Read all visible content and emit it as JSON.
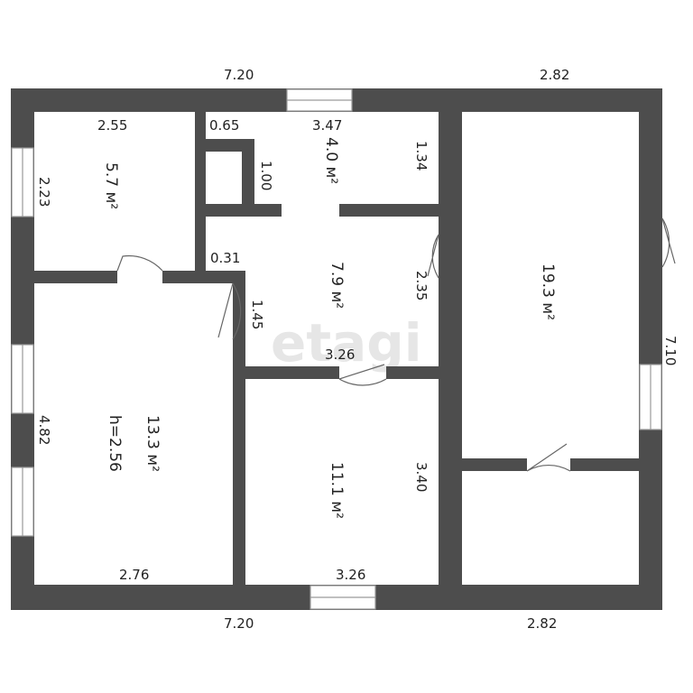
{
  "watermark": "etagi",
  "colors": {
    "wall": "#4d4d4d",
    "background": "#ffffff",
    "text": "#222222"
  },
  "outer_dimensions": {
    "top_left": "7.20",
    "top_right": "2.82",
    "bottom_left": "7.20",
    "bottom_right": "2.82",
    "right_side": "7.10"
  },
  "rooms": [
    {
      "id": "room-5-7",
      "area": "5.7 м²",
      "dims": [
        "2.55",
        "2.23"
      ]
    },
    {
      "id": "room-4-0",
      "area": "4.0 м²",
      "dims": [
        "3.47",
        "0.65",
        "1.00",
        "1.34"
      ]
    },
    {
      "id": "room-7-9",
      "area": "7.9 м²",
      "dims": [
        "0.31",
        "2.35",
        "1.45",
        "3.26"
      ]
    },
    {
      "id": "room-13-3",
      "area": "13.3 м²",
      "height": "h=2.56",
      "dims": [
        "4.82",
        "2.76"
      ]
    },
    {
      "id": "room-11-1",
      "area": "11.1 м²",
      "dims": [
        "3.40",
        "3.26"
      ]
    },
    {
      "id": "room-19-3",
      "area": "19.3 м²",
      "dims": []
    }
  ]
}
